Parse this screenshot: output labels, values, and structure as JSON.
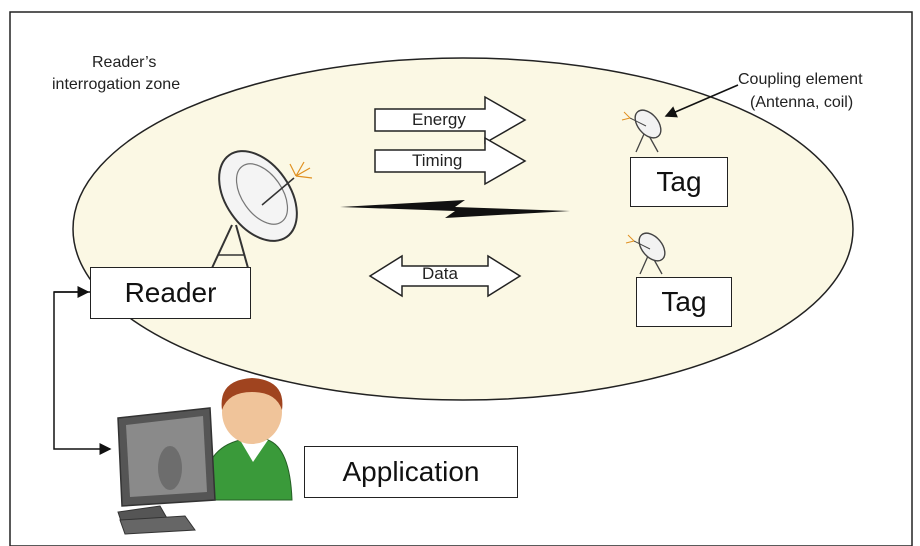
{
  "zone_label_line1": "Reader’s",
  "zone_label_line2": "interrogation zone",
  "coupling_line1": "Coupling element",
  "coupling_line2": "(Antenna, coil)",
  "arrows": {
    "energy": "Energy",
    "timing": "Timing",
    "data": "Data"
  },
  "boxes": {
    "reader": "Reader",
    "tag1": "Tag",
    "tag2": "Tag",
    "application": "Application"
  },
  "colors": {
    "zone_fill": "#fbf8e4",
    "stroke": "#222222",
    "person_shirt": "#3a9a3a",
    "person_hair": "#a0441f",
    "monitor": "#555555"
  },
  "icons": [
    "reader-antenna-icon",
    "tag-antenna-icon",
    "lightning-bolt-icon",
    "user-at-computer-icon"
  ]
}
